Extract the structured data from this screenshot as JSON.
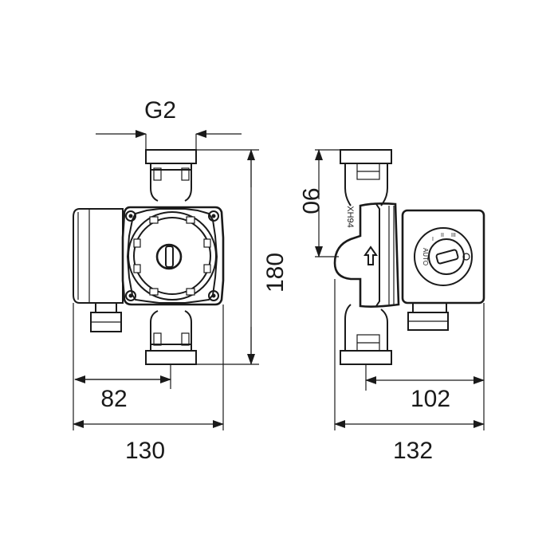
{
  "drawing": {
    "front_view": {
      "thread_label": "G2",
      "height_dim": "180",
      "inlet_offset_dim": "82",
      "width_dim": "130"
    },
    "side_view": {
      "upper_height_dim": "90",
      "depth_offset_dim": "102",
      "depth_dim": "132",
      "model_text": "XH94",
      "control_text": "AUTO",
      "speed_marks": [
        "I",
        "II",
        "III"
      ]
    }
  }
}
